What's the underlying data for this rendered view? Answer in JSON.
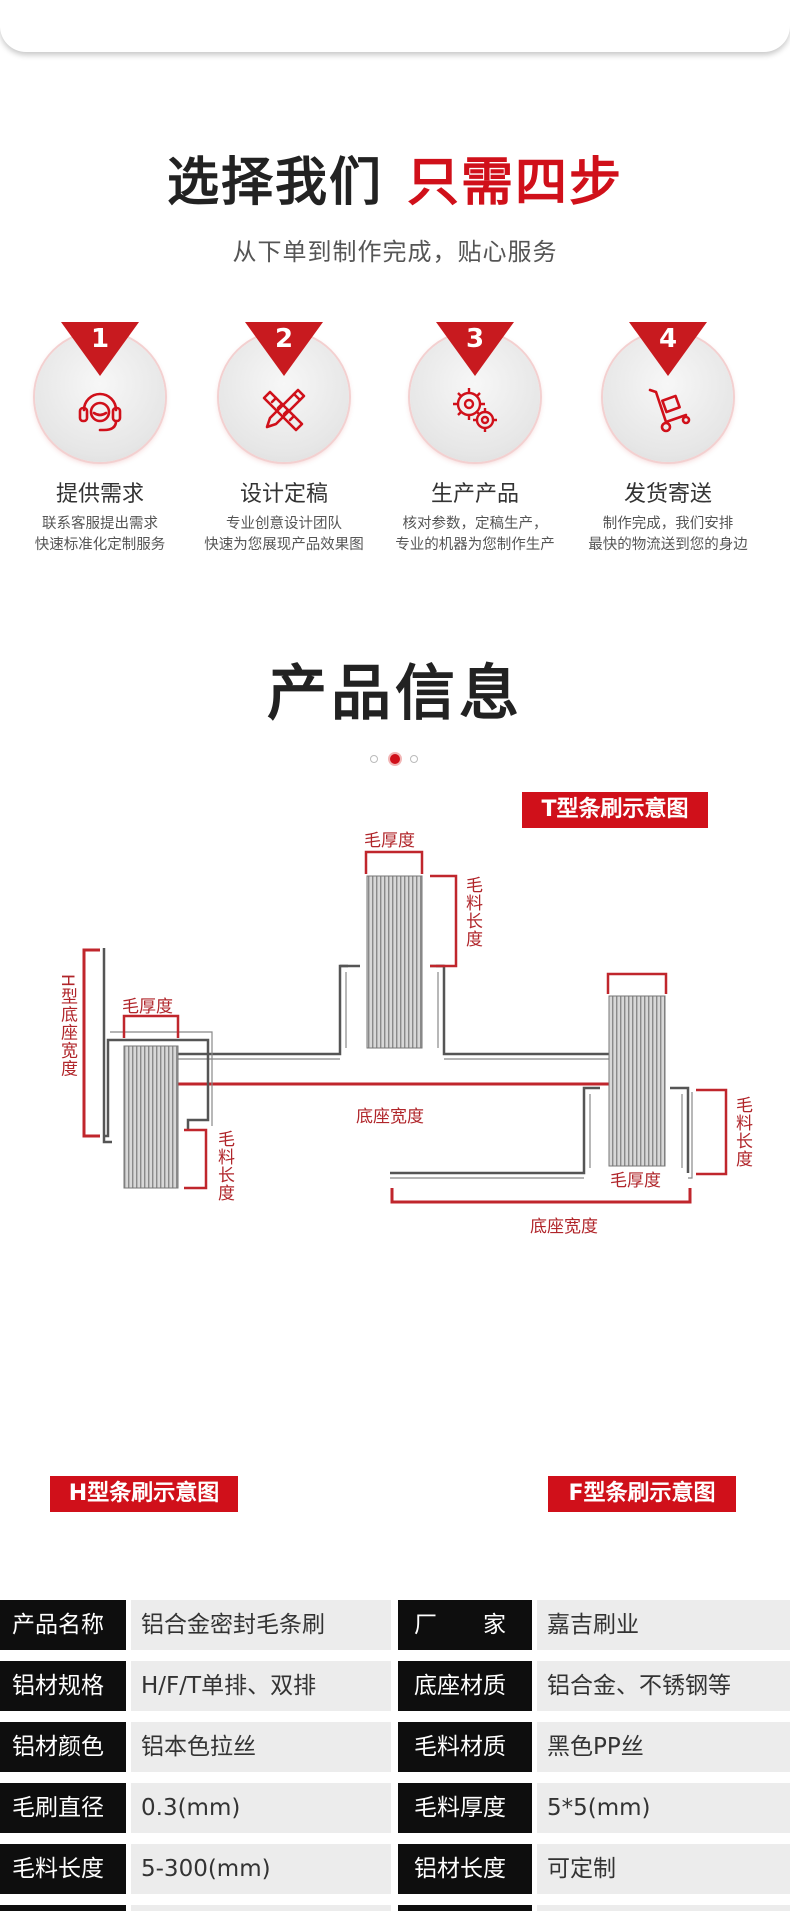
{
  "steps_section": {
    "title_black": "选择我们",
    "title_red": "只需四步",
    "subtitle": "从下单到制作完成，贴心服务",
    "steps": [
      {
        "num": "1",
        "icon": "headset-icon",
        "title": "提供需求",
        "desc1": "联系客服提出需求",
        "desc2": "快速标准化定制服务"
      },
      {
        "num": "2",
        "icon": "design-tools-icon",
        "title": "设计定稿",
        "desc1": "专业创意设计团队",
        "desc2": "快速为您展现产品效果图"
      },
      {
        "num": "3",
        "icon": "gears-icon",
        "title": "生产产品",
        "desc1": "核对参数，定稿生产，",
        "desc2": "专业的机器为您制作生产"
      },
      {
        "num": "4",
        "icon": "hand-truck-icon",
        "title": "发货寄送",
        "desc1": "制作完成，我们安排",
        "desc2": "最快的物流送到您的身边"
      }
    ]
  },
  "product_info": {
    "title": "产品信息",
    "carousel_active_index": 1,
    "carousel_count": 3
  },
  "diagrams": {
    "t_label": "T型条刷示意图",
    "h_label": "H型条刷示意图",
    "f_label": "F型条刷示意图",
    "hair_thickness": "毛厚度",
    "hair_length": "毛料长度",
    "base_width": "底座宽度",
    "h_base_width": "H型底座宽度"
  },
  "specs": [
    {
      "k1": "产品名称",
      "v1": "铝合金密封毛条刷",
      "k2": "厂　　家",
      "v2": "嘉吉刷业"
    },
    {
      "k1": "铝材规格",
      "v1": "H/F/T单排、双排",
      "k2": "底座材质",
      "v2": "铝合金、不锈钢等"
    },
    {
      "k1": "铝材颜色",
      "v1": "铝本色拉丝",
      "k2": "毛料材质",
      "v2": "黑色PP丝"
    },
    {
      "k1": "毛刷直径",
      "v1": "0.3(mm)",
      "k2": "毛料厚度",
      "v2": "5*5(mm)"
    },
    {
      "k1": "毛料长度",
      "v1": "5-300(mm)",
      "k2": "铝材长度",
      "v2": "可定制"
    }
  ],
  "colors": {
    "accent": "#d0101a",
    "dark": "#0e0e0e",
    "cell_bg": "#ececec"
  }
}
